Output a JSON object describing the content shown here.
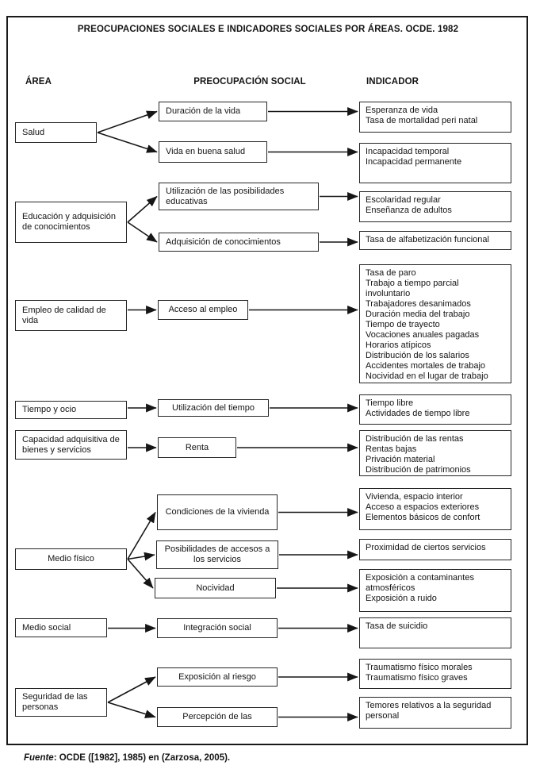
{
  "title": "PREOCUPACIONES SOCIALES E INDICADORES SOCIALES POR ÁREAS. OCDE. 1982",
  "columns": {
    "area": "ÁREA",
    "concern": "PREOCUPACIÓN SOCIAL",
    "indicator": "INDICADOR"
  },
  "footer": {
    "label": "Fuente",
    "rest": ": OCDE ([1982], 1985) en (Zarzosa, 2005)."
  },
  "colors": {
    "ink": "#1a1a1a",
    "background": "#ffffff"
  },
  "sections": [
    {
      "area": "Salud",
      "concerns": [
        {
          "label": "Duración de la vida",
          "indicators": [
            "Esperanza de vida",
            "Tasa de mortalidad peri natal"
          ]
        },
        {
          "label": "Vida en buena salud",
          "indicators": [
            "Incapacidad temporal",
            "Incapacidad permanente"
          ]
        }
      ]
    },
    {
      "area": "Educación y adquisición de conocimientos",
      "concerns": [
        {
          "label": "Utilización de las posibilidades educativas",
          "indicators": [
            "Escolaridad regular",
            "Enseñanza de adultos"
          ]
        },
        {
          "label": "Adquisición de conocimientos",
          "indicators": [
            "Tasa de alfabetización funcional"
          ]
        }
      ]
    },
    {
      "area": "Empleo de calidad de vida",
      "concerns": [
        {
          "label": "Acceso al empleo",
          "indicators": [
            "Tasa de paro",
            "Trabajo a tiempo parcial involuntario",
            "Trabajadores desanimados",
            "Duración media del trabajo",
            "Tiempo de trayecto",
            "Vocaciones anuales pagadas",
            "Horarios atípicos",
            "Distribución de los salarios",
            "Accidentes mortales de trabajo",
            "Nocividad en el lugar de trabajo"
          ]
        }
      ]
    },
    {
      "area": "Tiempo y ocio",
      "concerns": [
        {
          "label": "Utilización del tiempo",
          "indicators": [
            "Tiempo libre",
            "Actividades de tiempo libre"
          ]
        }
      ]
    },
    {
      "area": "Capacidad adquisitiva de bienes y servicios",
      "concerns": [
        {
          "label": "Renta",
          "indicators": [
            "Distribución de las rentas",
            "Rentas bajas",
            "Privación material",
            "Distribución de patrimonios"
          ]
        }
      ]
    },
    {
      "area": "Medio físico",
      "concerns": [
        {
          "label": "Condiciones de la vivienda",
          "indicators": [
            "Vivienda, espacio interior",
            "Acceso a espacios exteriores",
            "Elementos básicos de confort"
          ]
        },
        {
          "label": "Posibilidades de accesos a los servicios",
          "indicators": [
            "Proximidad de ciertos servicios"
          ]
        },
        {
          "label": "Nocividad",
          "indicators": [
            "Exposición a contaminantes atmosféricos",
            "Exposición a ruido"
          ]
        }
      ]
    },
    {
      "area": "Medio social",
      "concerns": [
        {
          "label": "Integración social",
          "indicators": [
            "Tasa de suicidio"
          ]
        }
      ]
    },
    {
      "area": "Seguridad de las personas",
      "concerns": [
        {
          "label": "Exposición al riesgo",
          "indicators": [
            "Traumatismo físico morales",
            "Traumatismo físico graves"
          ]
        },
        {
          "label": "Percepción de las",
          "indicators": [
            "Temores relativos a la seguridad personal"
          ]
        }
      ]
    }
  ]
}
